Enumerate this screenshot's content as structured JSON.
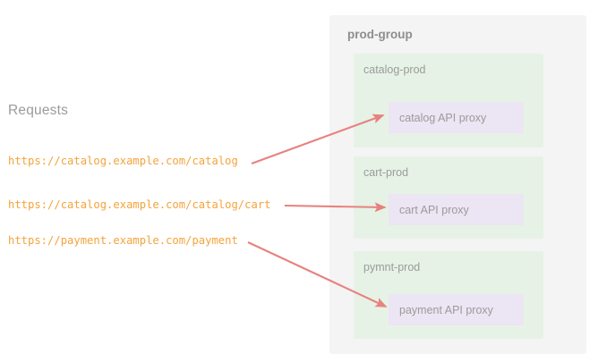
{
  "requests": {
    "title": "Requests",
    "urls": [
      "https://catalog.example.com/catalog",
      "https://catalog.example.com/catalog/cart",
      "https://payment.example.com/payment"
    ]
  },
  "group": {
    "title": "prod-group",
    "namespaces": [
      {
        "title": "catalog-prod",
        "proxy": "catalog API proxy"
      },
      {
        "title": "cart-prod",
        "proxy": "cart API proxy"
      },
      {
        "title": "pymnt-prod",
        "proxy": "payment API proxy"
      }
    ]
  },
  "arrows": [
    {
      "name": "arrow-catalog",
      "from_request": "https://catalog.example.com/catalog",
      "to_proxy": "catalog API proxy"
    },
    {
      "name": "arrow-cart",
      "from_request": "https://catalog.example.com/catalog/cart",
      "to_proxy": "cart API proxy"
    },
    {
      "name": "arrow-payment",
      "from_request": "https://payment.example.com/payment",
      "to_proxy": "payment API proxy"
    }
  ],
  "colors": {
    "background": "#ffffff",
    "group_bg": "#f4f4f4",
    "namespace_bg": "#e6f2e6",
    "proxy_bg": "#ece5f3",
    "url_text": "#f5a33c",
    "muted_text": "#9b9b9b",
    "group_title_text": "#8e8e8e",
    "arrow": "#e8827e"
  }
}
